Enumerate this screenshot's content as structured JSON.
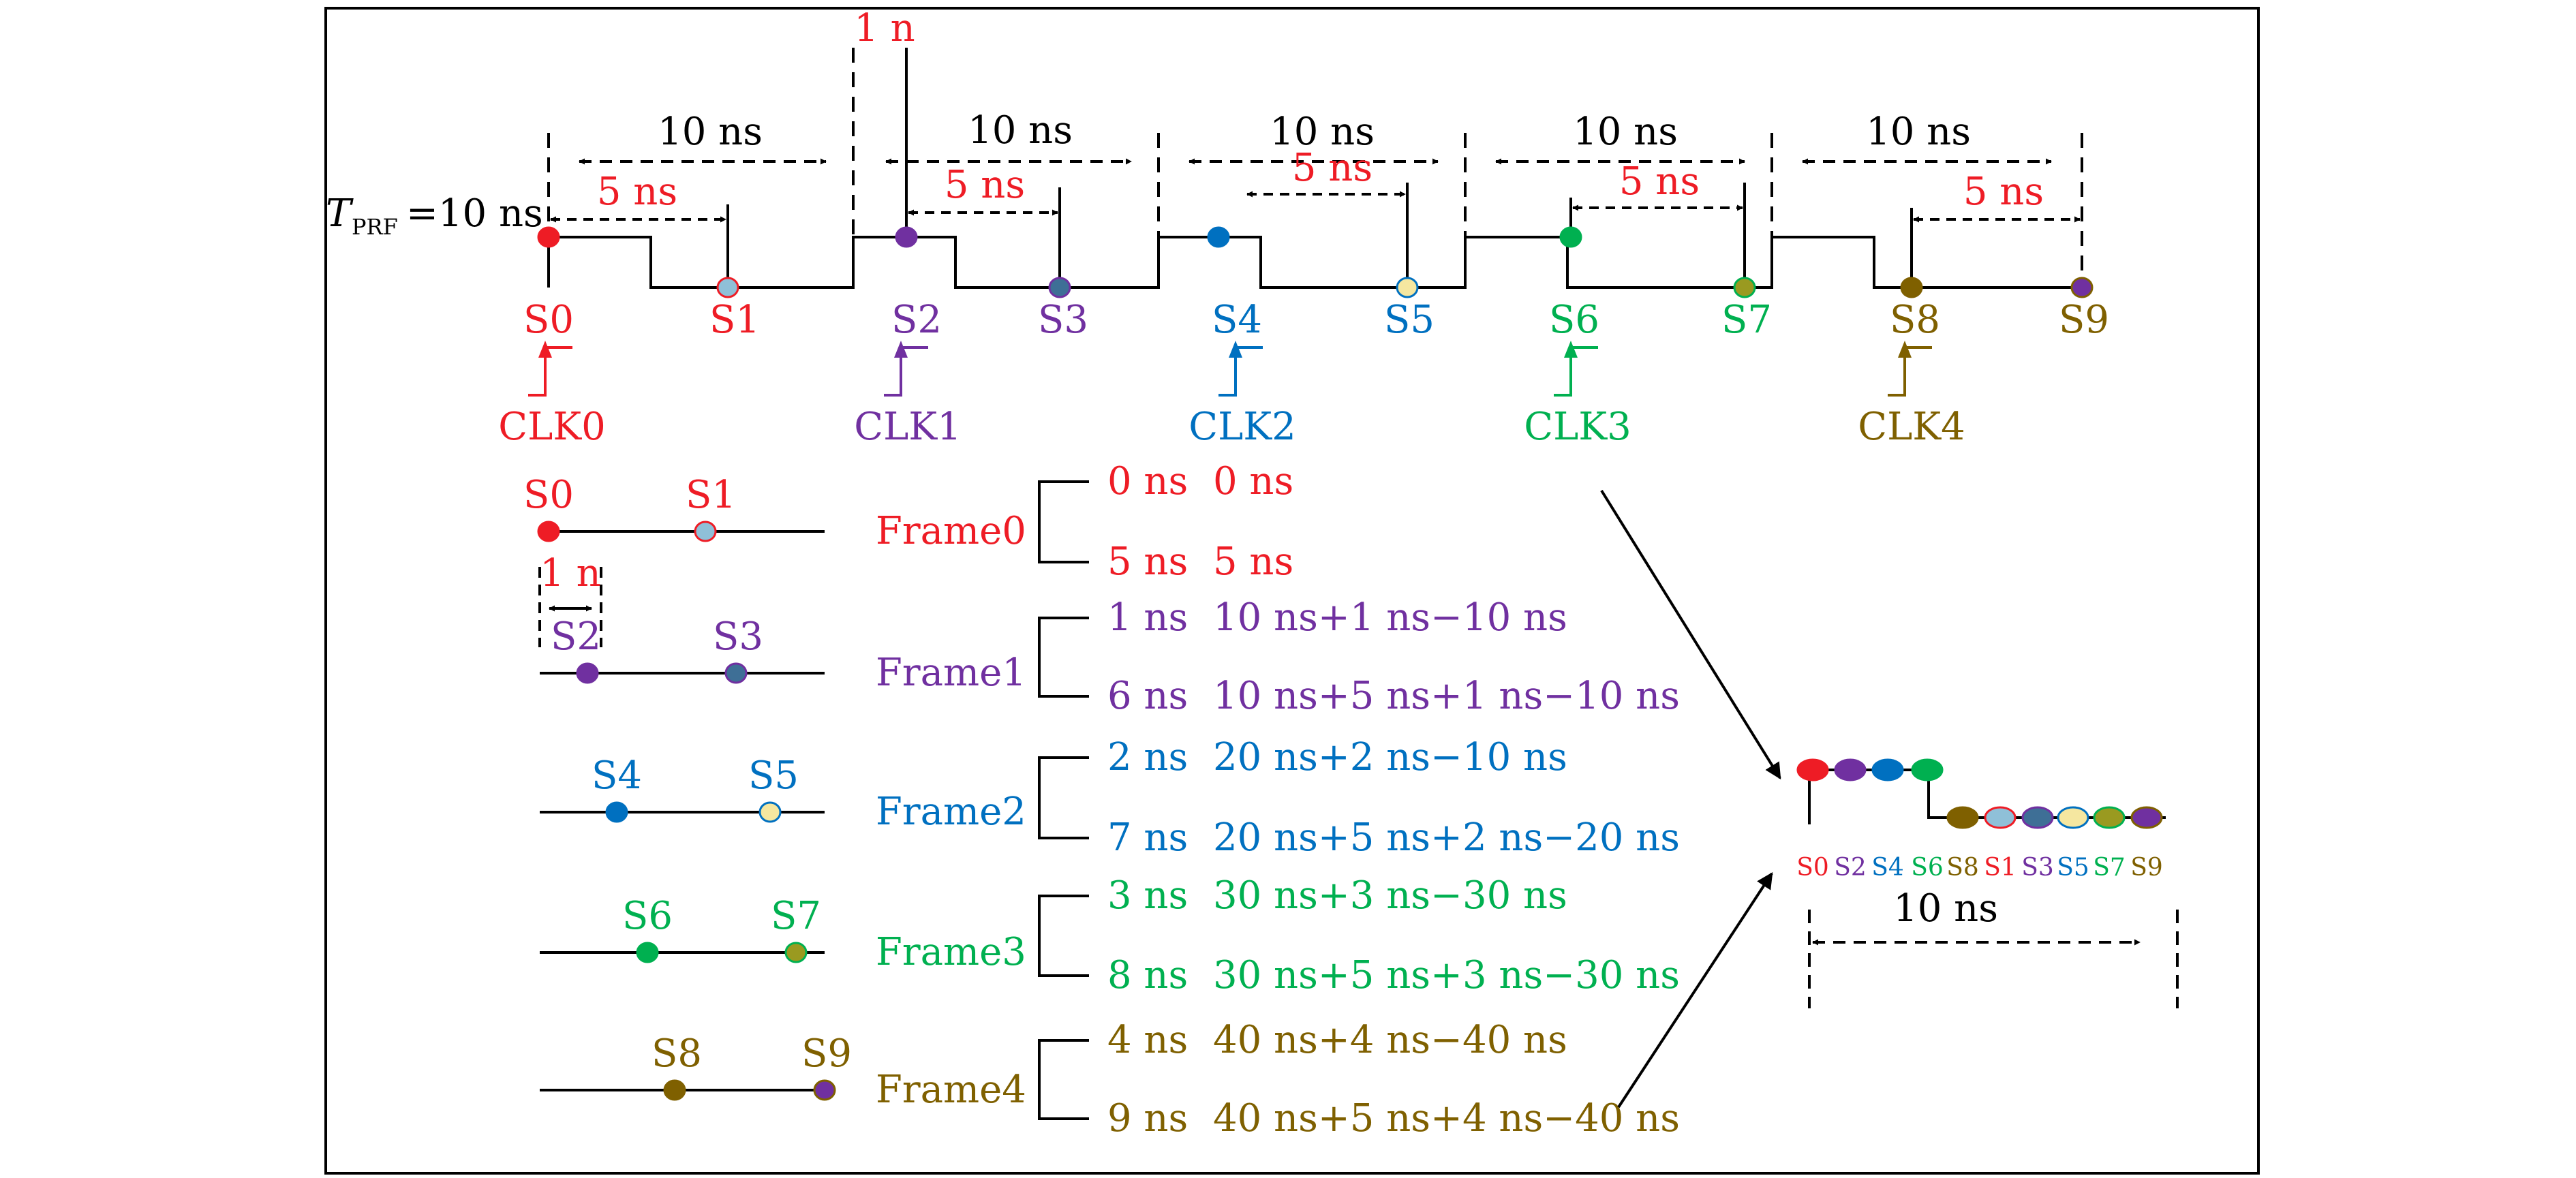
{
  "colors": {
    "red": "#ee1c25",
    "purple": "#7030a0",
    "blue": "#0070c0",
    "green": "#00b050",
    "olive": "#7f6000",
    "black": "#000000",
    "light_blue_fill": "#8fc0d8",
    "slate_fill": "#3e6f96",
    "cream_fill": "#f5e7a0",
    "olive_green_fill": "#9a9a20"
  },
  "timing": {
    "tprf_symbol": "T",
    "tprf_subscript": "PRF",
    "tprf_value": "=10 ns",
    "period_labels": [
      "10 ns",
      "10 ns",
      "10 ns",
      "10 ns",
      "10 ns"
    ],
    "half_labels": [
      "5 ns",
      "5 ns",
      "5 ns",
      "5 ns",
      "5 ns"
    ],
    "offset_label": "1 n",
    "samples": [
      {
        "label": "S0",
        "color": "red",
        "fill": "red"
      },
      {
        "label": "S1",
        "color": "red",
        "fill": "light_blue_fill"
      },
      {
        "label": "S2",
        "color": "purple",
        "fill": "purple"
      },
      {
        "label": "S3",
        "color": "purple",
        "fill": "slate_fill"
      },
      {
        "label": "S4",
        "color": "blue",
        "fill": "blue"
      },
      {
        "label": "S5",
        "color": "blue",
        "fill": "cream_fill"
      },
      {
        "label": "S6",
        "color": "green",
        "fill": "green"
      },
      {
        "label": "S7",
        "color": "green",
        "fill": "olive_green_fill"
      },
      {
        "label": "S8",
        "color": "olive",
        "fill": "olive"
      },
      {
        "label": "S9",
        "color": "olive",
        "fill": "purple"
      }
    ],
    "clocks": [
      {
        "label": "CLK0",
        "color": "red"
      },
      {
        "label": "CLK1",
        "color": "purple"
      },
      {
        "label": "CLK2",
        "color": "blue"
      },
      {
        "label": "CLK3",
        "color": "green"
      },
      {
        "label": "CLK4",
        "color": "olive"
      }
    ]
  },
  "frames": [
    {
      "name": "Frame0",
      "color": "red",
      "samples": [
        "S0",
        "S1"
      ],
      "rows": [
        [
          "0 ns",
          "0 ns"
        ],
        [
          "5 ns",
          "5 ns"
        ]
      ]
    },
    {
      "name": "Frame1",
      "color": "purple",
      "samples": [
        "S2",
        "S3"
      ],
      "offset_label": "1 n",
      "rows": [
        [
          "1 ns",
          "10 ns+1 ns−10 ns"
        ],
        [
          "6 ns",
          "10 ns+5 ns+1 ns−10 ns"
        ]
      ]
    },
    {
      "name": "Frame2",
      "color": "blue",
      "samples": [
        "S4",
        "S5"
      ],
      "rows": [
        [
          "2 ns",
          "20 ns+2 ns−10 ns"
        ],
        [
          "7 ns",
          "20 ns+5 ns+2 ns−20 ns"
        ]
      ]
    },
    {
      "name": "Frame3",
      "color": "green",
      "samples": [
        "S6",
        "S7"
      ],
      "rows": [
        [
          "3 ns",
          "30 ns+3 ns−30 ns"
        ],
        [
          "8 ns",
          "30 ns+5 ns+3 ns−30 ns"
        ]
      ]
    },
    {
      "name": "Frame4",
      "color": "olive",
      "samples": [
        "S8",
        "S9"
      ],
      "rows": [
        [
          "4 ns",
          "40 ns+4 ns−40 ns"
        ],
        [
          "9 ns",
          "40 ns+5 ns+4 ns−40 ns"
        ]
      ]
    }
  ],
  "result": {
    "order": [
      "S0",
      "S2",
      "S4",
      "S6",
      "S8",
      "S1",
      "S3",
      "S5",
      "S7",
      "S9"
    ],
    "span_label": "10 ns"
  }
}
